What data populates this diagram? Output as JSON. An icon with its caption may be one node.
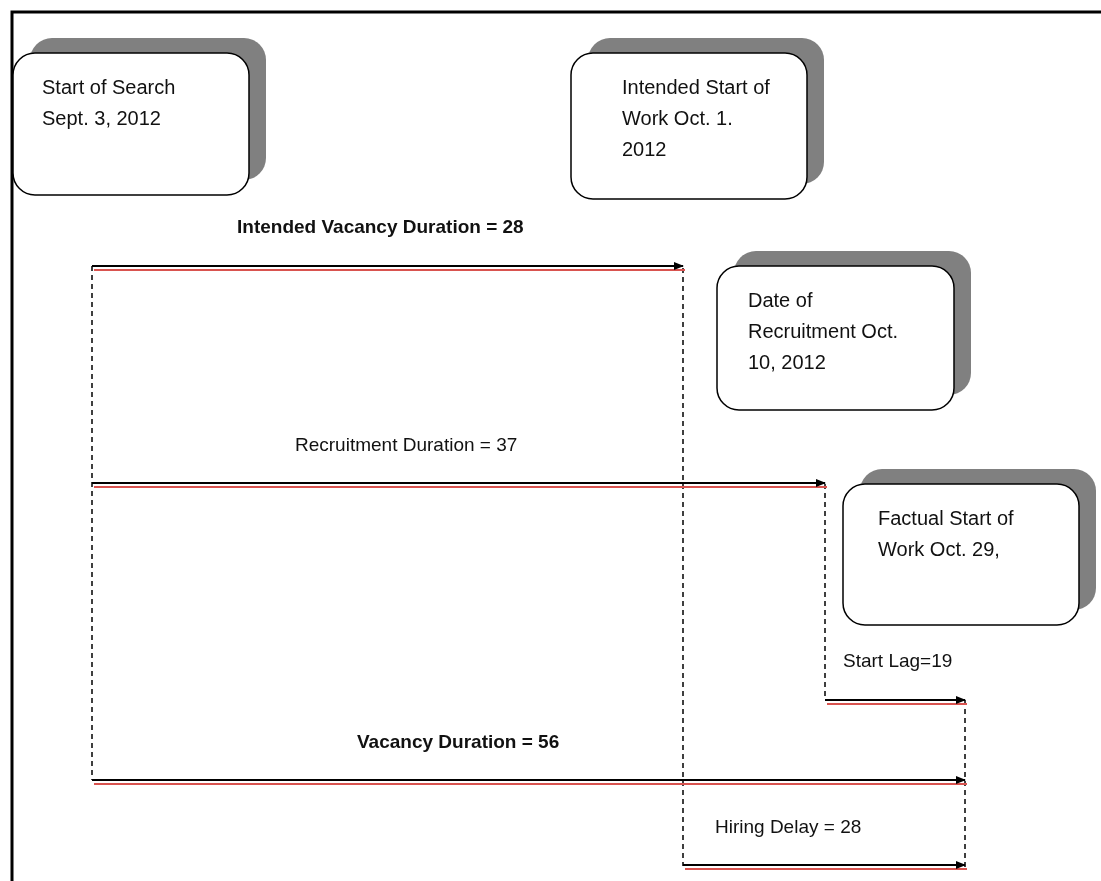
{
  "diagram": {
    "nodes": [
      {
        "text": [
          "Start of Search Sept. 3, 2012"
        ]
      },
      {
        "text": [
          "Intended Start of Work Oct. 1. 2012"
        ]
      },
      {
        "text": [
          "Date of Recruitment Oct. 10, 2012"
        ]
      },
      {
        "text": [
          "Factual Start of Work Oct. 29,"
        ]
      }
    ],
    "labels": [
      "Intended Vacancy Duration = 28",
      "Recruitment Duration = 37",
      "Start Lag=19",
      "Vacancy Duration = 56",
      "Hiring Delay = 28"
    ]
  }
}
